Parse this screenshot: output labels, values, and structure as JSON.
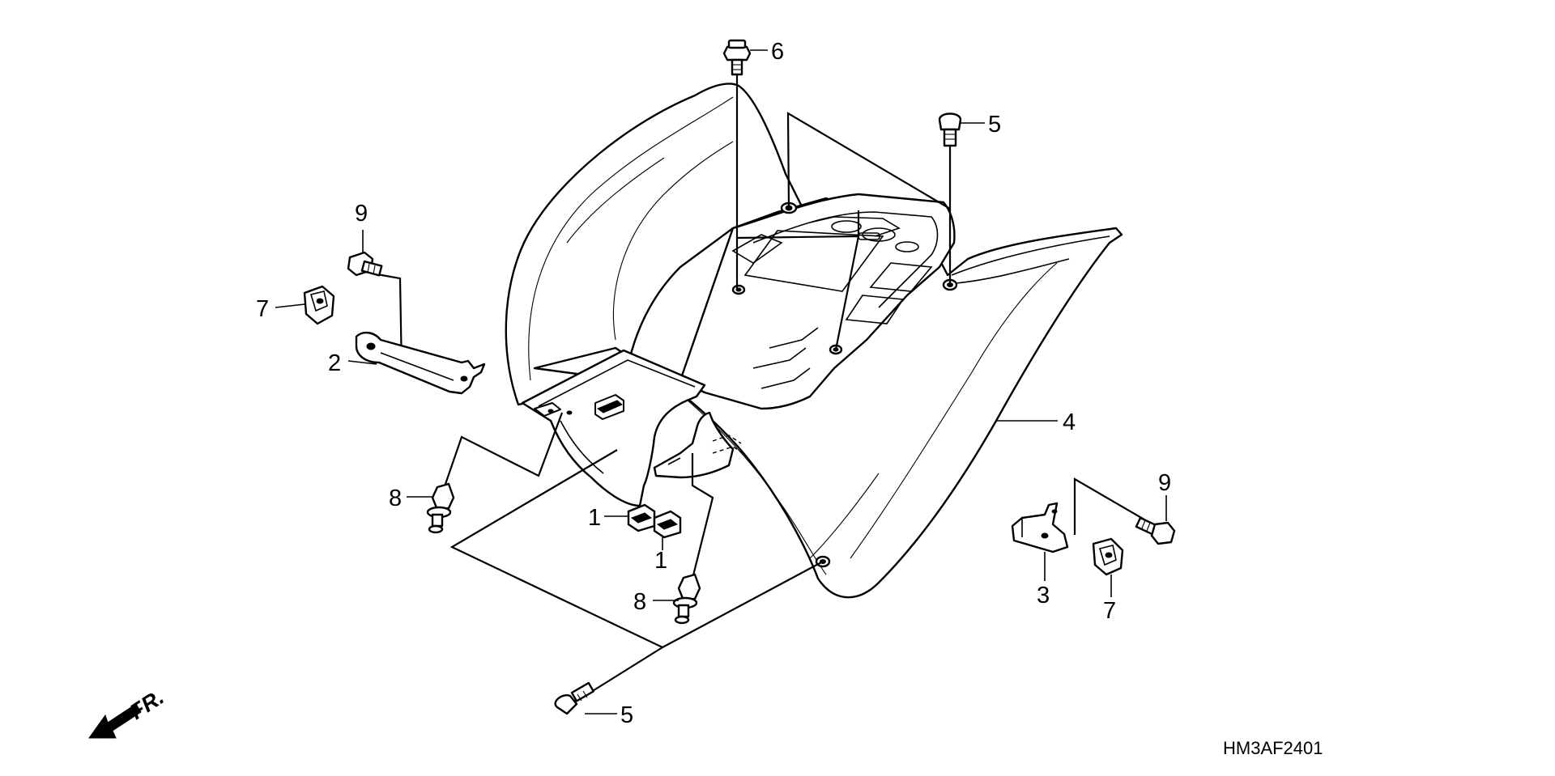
{
  "diagram": {
    "callouts": [
      {
        "id": "c6",
        "label": "6"
      },
      {
        "id": "c5a",
        "label": "5"
      },
      {
        "id": "c9a",
        "label": "9"
      },
      {
        "id": "c7a",
        "label": "7"
      },
      {
        "id": "c2",
        "label": "2"
      },
      {
        "id": "c4",
        "label": "4"
      },
      {
        "id": "c8a",
        "label": "8"
      },
      {
        "id": "c1a",
        "label": "1"
      },
      {
        "id": "c1b",
        "label": "1"
      },
      {
        "id": "c8b",
        "label": "8"
      },
      {
        "id": "c9b",
        "label": "9"
      },
      {
        "id": "c3",
        "label": "3"
      },
      {
        "id": "c7b",
        "label": "7"
      },
      {
        "id": "c5b",
        "label": "5"
      }
    ],
    "front_arrow_label": "FR.",
    "drawing_code": "HM3AF2401",
    "colors": {
      "line": "#000000",
      "background": "#ffffff"
    }
  }
}
